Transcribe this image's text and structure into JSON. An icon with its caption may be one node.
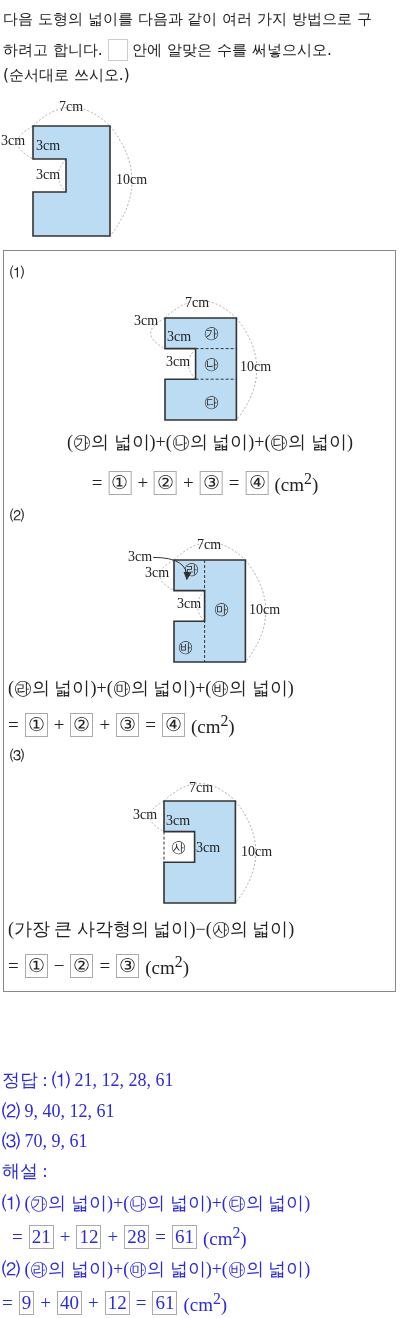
{
  "diagram": {
    "nodes": [
      {
        "text": [],
        "shape": "box"
      },
      {
        "text": [
          "㉮"
        ]
      },
      {
        "text": [
          "㉯"
        ]
      },
      {
        "text": [
          "㉰"
        ]
      },
      {
        "text": [
          "①"
        ]
      },
      {
        "text": [
          "②"
        ]
      },
      {
        "text": [
          "③"
        ]
      },
      {
        "text": [
          "④"
        ]
      },
      {
        "text": [
          "3cm"
        ]
      },
      {
        "text": [
          "㉱"
        ]
      },
      {
        "text": [
          "㉲"
        ]
      },
      {
        "text": [
          "㉳"
        ]
      },
      {
        "text": [
          "①"
        ]
      },
      {
        "text": [
          "②"
        ]
      },
      {
        "text": [
          "③"
        ]
      },
      {
        "text": [
          "④"
        ]
      },
      {
        "text": [
          "㉴"
        ]
      },
      {
        "text": [
          "①"
        ]
      },
      {
        "text": [
          "②"
        ]
      },
      {
        "text": [
          "③"
        ]
      },
      {
        "text": [
          "21"
        ]
      },
      {
        "text": [
          "12"
        ]
      },
      {
        "text": [
          "28"
        ]
      },
      {
        "text": [
          "61"
        ]
      },
      {
        "text": [
          "9"
        ]
      },
      {
        "text": [
          "40"
        ]
      },
      {
        "text": [
          "12"
        ]
      },
      {
        "text": [
          "61"
        ]
      }
    ],
    "edges": [
      {
        "from": 8,
        "to": 9,
        "arrow": "to"
      }
    ],
    "labels": [
      "다음 도형의 넓이를 다음과 같이 여러 가지 방법으로 구하려고 합니다.",
      "안에 알맞은 수를 써넣으시오.",
      "(순서대로 쓰시오.)",
      "7cm",
      "3cm",
      "3cm",
      "3cm",
      "10cm",
      "⑴",
      "7cm",
      "3cm",
      "3cm",
      "3cm",
      "10cm",
      "(㉮의 넓이)+(㉯의 넓이)+(㉰의 넓이)",
      "=",
      "+",
      "+",
      "=",
      "(cm$^{2}$)",
      "⑵",
      "7cm",
      "3cm",
      "3cm",
      "10cm",
      "(㉱의 넓이)+(㉲의 넓이)+(㉳의 넓이)",
      "=",
      "+",
      "+",
      "=",
      "(cm$^{2}$)",
      "⑶",
      "7cm",
      "3cm",
      "3cm",
      "3cm",
      "10cm",
      "(가장 큰 사각형의 넓이)−(㉴의 넓이)",
      "=",
      "−",
      "=",
      "(cm$^{2}$)",
      "정답 : ⑴ 21, 12, 28, 61",
      "⑵ 9, 40, 12, 61",
      "⑶ 70, 9, 61",
      "해설 :",
      "⑴ (㉮의 넓이)+(㉯의 넓이)+(㉰의 넓이)",
      "=",
      "+",
      "+",
      "=",
      "(cm$^{2}$)",
      "⑵ (㉱의 넓이)+(㉲의 넓이)+(㉳의 넓이)",
      "=",
      "+",
      "+",
      "=",
      "(cm$^{2}$)"
    ]
  }
}
